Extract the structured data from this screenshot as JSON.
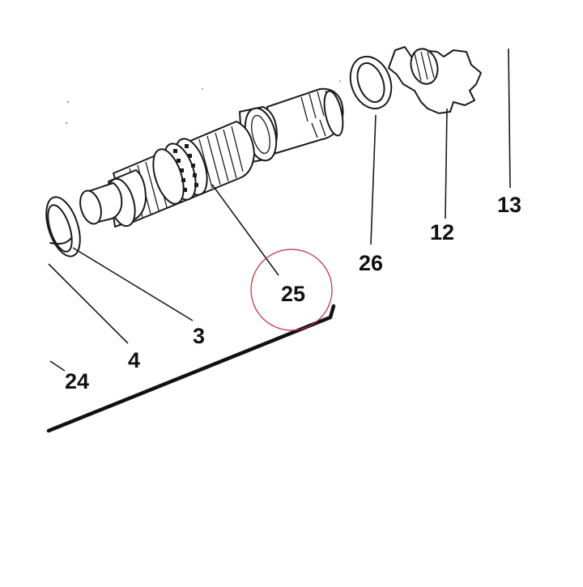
{
  "labels": {
    "p3": "3",
    "p4": "4",
    "p12": "12",
    "p13": "13",
    "p24": "24",
    "p25": "25",
    "p26": "26"
  },
  "highlight": {
    "target": "25",
    "color": "#c0283a"
  },
  "icons": {
    "shaft": "splined-shaft-icon",
    "washer": "washer-icon",
    "sprocket": "sprocket-icon",
    "ring": "retaining-ring-icon"
  }
}
